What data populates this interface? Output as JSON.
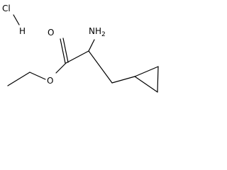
{
  "molecule": {
    "labels": {
      "chlorine": "Cl",
      "hydrogen": "H",
      "carbonyl_oxygen": "O",
      "ester_oxygen": "O",
      "amine_base": "NH",
      "amine_subscript": "2"
    },
    "colors": {
      "bond": "#000000",
      "text": "#000000",
      "background": "#ffffff"
    }
  }
}
